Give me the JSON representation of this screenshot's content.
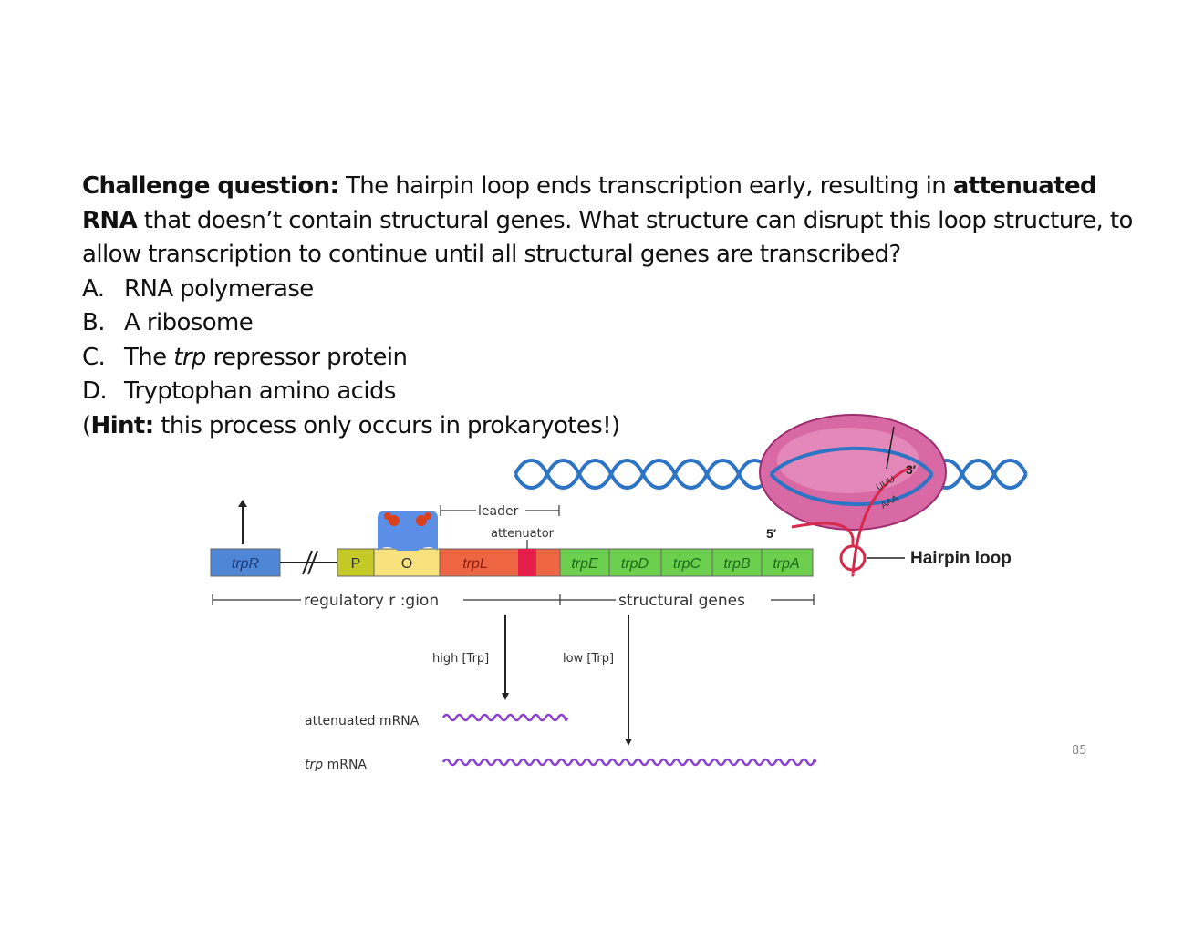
{
  "question": {
    "lead_bold": "Challenge question:",
    "text_1": " The hairpin loop ends transcription early, resulting in ",
    "bold_2": "attenuated RNA",
    "text_2": " that doesn’t contain structural genes.  What structure can disrupt this loop structure, to allow transcription to continue until all structural genes are transcribed?"
  },
  "options": [
    {
      "letter": "A.",
      "text": "RNA polymerase"
    },
    {
      "letter": "B.",
      "text": "A ribosome"
    },
    {
      "letter": "C.",
      "pre": "The ",
      "italic": "trp",
      "post": " repressor protein"
    },
    {
      "letter": "D.",
      "text": "Tryptophan amino acids"
    }
  ],
  "hint": {
    "open": "(",
    "bold": "Hint:",
    "text": " this process only occurs in prokaryotes!)"
  },
  "diagram": {
    "genes": [
      "trpR",
      "P",
      "O",
      "trpL",
      "trpE",
      "trpD",
      "trpC",
      "trpB",
      "trpA"
    ],
    "leader_label": "leader",
    "attenuator_label": "attenuator",
    "regulatory_label": "regulatory r :gion",
    "structural_label": "structural genes",
    "high_label": "high [Trp]",
    "low_label": "low [Trp]",
    "attenuated_mrna_label": "attenuated mRNA",
    "trp_mrna_italic": "trp",
    "trp_mrna_rest": " mRNA",
    "five_prime": "5′",
    "three_prime": "3′",
    "uuu": "UUU",
    "aaa": "AAA",
    "hairpin_label": "Hairpin loop"
  },
  "colors": {
    "trpR": "#4f86d6",
    "promoter": "#c5c928",
    "operator": "#f7e27e",
    "trpL": "#ee6543",
    "attenuator": "#e51f4a",
    "structural": "#6ccf4e",
    "mrna": "#8a3fd1",
    "polymerase": "#d969a5",
    "dna": "#2e74c4",
    "hairpin": "#d62a4c"
  },
  "page_number": "85"
}
